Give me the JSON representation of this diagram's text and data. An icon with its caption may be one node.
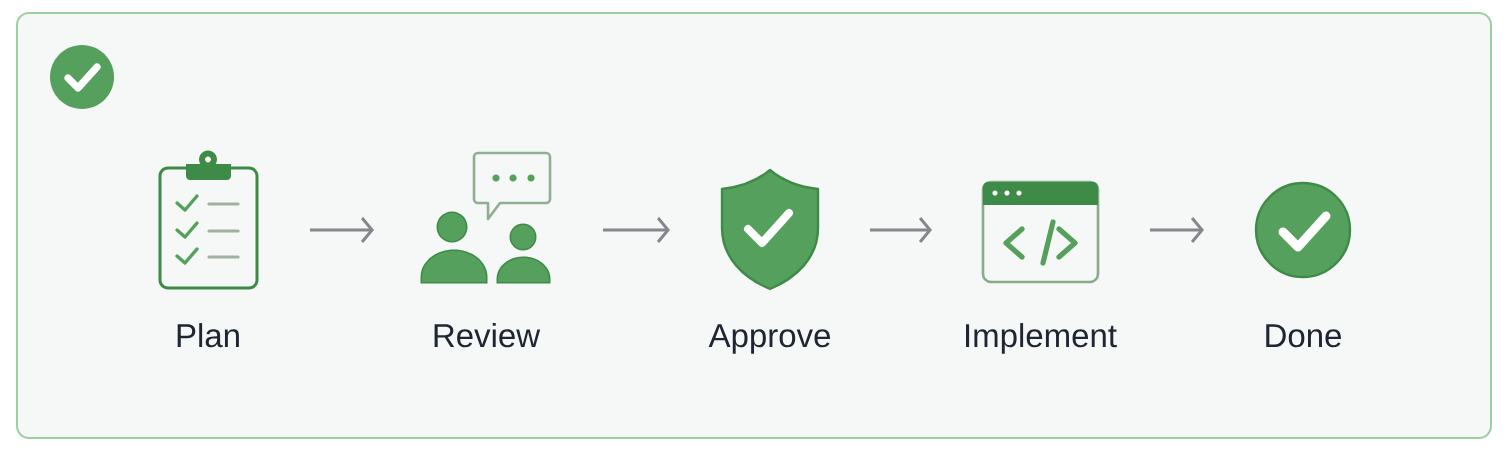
{
  "diagram": {
    "nodes": [
      {
        "text": [
          "Plan"
        ]
      },
      {
        "text": [
          "Review"
        ]
      },
      {
        "text": [
          "Approve"
        ]
      },
      {
        "text": [
          "Implement"
        ]
      },
      {
        "text": [
          "Done"
        ]
      }
    ],
    "edges": [
      {
        "from": 0,
        "to": 1,
        "arrow": "to"
      },
      {
        "from": 1,
        "to": 2,
        "arrow": "to"
      },
      {
        "from": 2,
        "to": 3,
        "arrow": "to"
      },
      {
        "from": 3,
        "to": 4,
        "arrow": "to"
      }
    ]
  }
}
